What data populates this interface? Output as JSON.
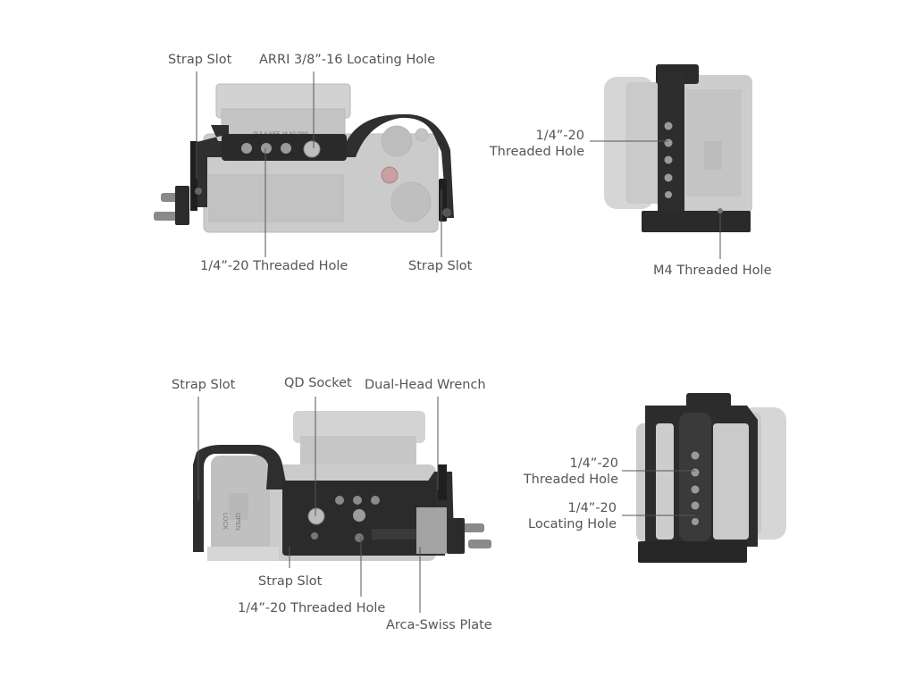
{
  "colors": {
    "background": "#ffffff",
    "label_text": "#555555",
    "leader_line": "#555555",
    "camera_gray": "#c9c9c9",
    "cage_black": "#2b2b2b"
  },
  "views": {
    "top": {
      "callouts": {
        "strap_slot_left": "Strap Slot",
        "arri_hole": "ARRI 3/8”-16 Locating Hole",
        "threaded_hole": "1/4”-20 Threaded Hole",
        "strap_slot_right": "Strap Slot"
      },
      "lens_marking": "f3.5-5.6/FE 16-50 OSS"
    },
    "side_left": {
      "callouts": {
        "threaded_hole_line1": "1/4”-20",
        "threaded_hole_line2": "Threaded Hole",
        "m4_hole": "M4 Threaded Hole"
      }
    },
    "bottom": {
      "callouts": {
        "strap_slot_left": "Strap Slot",
        "qd_socket": "QD Socket",
        "wrench": "Dual-Head Wrench",
        "strap_slot_bottom": "Strap Slot",
        "threaded_hole": "1/4”-20 Threaded Hole",
        "arca_plate": "Arca-Swiss Plate"
      },
      "door_labels": {
        "open": "OPEN",
        "lock": "LOCK"
      }
    },
    "side_right": {
      "callouts": {
        "threaded_hole_line1": "1/4”-20",
        "threaded_hole_line2": "Threaded Hole",
        "locating_hole_line1": "1/4”-20",
        "locating_hole_line2": "Locating Hole"
      }
    }
  }
}
